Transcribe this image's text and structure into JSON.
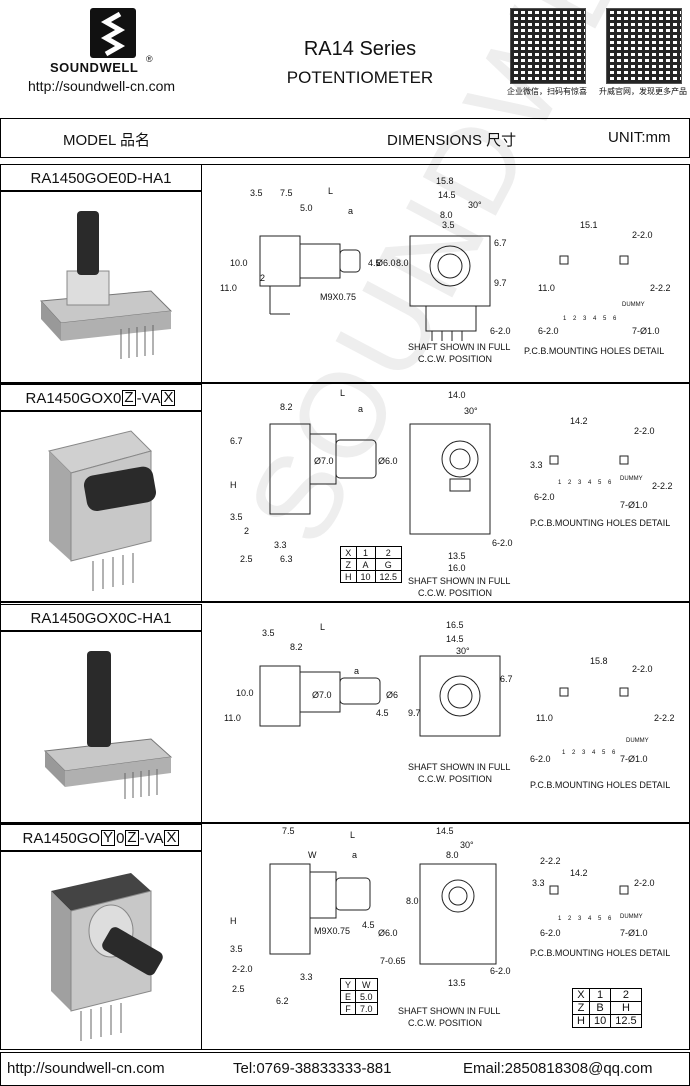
{
  "header": {
    "brand": "SOUNDWELL",
    "registered": "®",
    "site": "http://soundwell-cn.com",
    "title": "RA14 Series",
    "subtitle": "POTENTIOMETER",
    "qr1_caption": "企业微信，扫码有惊喜",
    "qr2_caption": "升威官网，发现更多产品"
  },
  "table_header": {
    "model": "MODEL 品名",
    "dimensions": "DIMENSIONS 尺寸",
    "unit": "UNIT:mm"
  },
  "watermark": "SOUNDWELL",
  "sections": [
    {
      "model": "RA1450GOE0D-HA1",
      "dims": {
        "d1": "3.5",
        "d2": "7.5",
        "L": "L",
        "d3": "5.0",
        "a": "a",
        "d4": "10.0",
        "d5": "11.0",
        "d6": "2",
        "d7": "4.5",
        "d8": "Ø6.0",
        "thread": "M9X0.75",
        "f1": "15.8",
        "f2": "14.5",
        "ang": "30°",
        "f3": "8.0",
        "f4": "3.5",
        "f5": "8.0",
        "f6": "9.7",
        "f7": "6.7",
        "f8": "6-2.0",
        "p1": "15.1",
        "p2": "2-2.0",
        "p3": "11.0",
        "p4": "2-2.2",
        "p5": "6-2.0",
        "p6": "7-Ø1.0",
        "dummy": "DUMMY"
      },
      "pins": [
        "1",
        "2",
        "3",
        "4",
        "5",
        "6"
      ],
      "shaft_caption_1": "SHAFT SHOWN IN FULL",
      "shaft_caption_2": "C.C.W. POSITION",
      "pcb_caption": "P.C.B.MOUNTING HOLES DETAIL"
    },
    {
      "model_a": "RA1450GOX0",
      "model_z": "Z",
      "model_b": "-VA",
      "model_x": "X",
      "dims": {
        "d1": "8.2",
        "L": "L",
        "a": "a",
        "d2": "6.7",
        "d3": "Ø7.0",
        "d4": "Ø6.0",
        "H": "H",
        "d5": "3.5",
        "d6": "2",
        "d7": "2.5",
        "d8": "6.3",
        "d9": "3.3",
        "f1": "14.0",
        "ang": "30°",
        "f2": "13.5",
        "f3": "16.0",
        "f4": "6-2.0",
        "p1": "14.2",
        "p2": "2-2.0",
        "p3": "3.3",
        "p4": "2-2.2",
        "p5": "6-2.0",
        "p6": "7-Ø1.0",
        "dummy": "DUMMY"
      },
      "pins": [
        "1",
        "2",
        "3",
        "4",
        "5",
        "6"
      ],
      "table": [
        [
          "X",
          "1",
          "2"
        ],
        [
          "Z",
          "A",
          "G"
        ],
        [
          "H",
          "10",
          "12.5"
        ]
      ],
      "shaft_caption_1": "SHAFT SHOWN IN FULL",
      "shaft_caption_2": "C.C.W. POSITION",
      "pcb_caption": "P.C.B.MOUNTING HOLES DETAIL"
    },
    {
      "model": "RA1450GOX0C-HA1",
      "dims": {
        "d1": "3.5",
        "d2": "8.2",
        "L": "L",
        "a": "a",
        "d3": "10.0",
        "d4": "11.0",
        "d5": "Ø7.0",
        "d6": "Ø6",
        "d7": "4.5",
        "f1": "16.5",
        "f2": "14.5",
        "ang": "30°",
        "f3": "9.7",
        "f4": "6.7",
        "p1": "15.8",
        "p2": "2-2.0",
        "p3": "11.0",
        "p4": "2-2.2",
        "p5": "6-2.0",
        "p6": "7-Ø1.0",
        "dummy": "DUMMY"
      },
      "pins": [
        "1",
        "2",
        "3",
        "4",
        "5",
        "6"
      ],
      "shaft_caption_1": "SHAFT SHOWN IN FULL",
      "shaft_caption_2": "C.C.W. POSITION",
      "pcb_caption": "P.C.B.MOUNTING HOLES DETAIL"
    },
    {
      "model_a": "RA1450GO",
      "model_y": "Y",
      "model_0": "0",
      "model_z": "Z",
      "model_b": "-VA",
      "model_x": "X",
      "dims": {
        "d1": "7.5",
        "L": "L",
        "W": "W",
        "a": "a",
        "thread": "M9X0.75",
        "d2": "4.5",
        "d3": "Ø6.0",
        "H": "H",
        "d4": "3.5",
        "d5": "2-2.0",
        "d6": "2.5",
        "d7": "6.2",
        "d8": "3.3",
        "f1": "14.5",
        "ang": "30°",
        "f2": "8.0",
        "f3": "8.0",
        "f4": "7-0.65",
        "f5": "13.5",
        "f6": "6-2.0",
        "p1": "14.2",
        "p2": "2-2.0",
        "p3": "3.3",
        "p4": "2-2.2",
        "p5": "6-2.0",
        "p6": "7-Ø1.0",
        "dummy": "DUMMY"
      },
      "pins": [
        "1",
        "2",
        "3",
        "4",
        "5",
        "6"
      ],
      "table_w": [
        [
          "Y",
          "W"
        ],
        [
          "E",
          "5.0"
        ],
        [
          "F",
          "7.0"
        ]
      ],
      "table_xz": [
        [
          "X",
          "1",
          "2"
        ],
        [
          "Z",
          "B",
          "H"
        ],
        [
          "H",
          "10",
          "12.5"
        ]
      ],
      "shaft_caption_1": "SHAFT SHOWN IN FULL",
      "shaft_caption_2": "C.C.W. POSITION",
      "pcb_caption": "P.C.B.MOUNTING HOLES DETAIL"
    }
  ],
  "footer": {
    "site": "http://soundwell-cn.com",
    "tel": "Tel:0769-38833333-881",
    "email": "Email:2850818308@qq.com"
  }
}
